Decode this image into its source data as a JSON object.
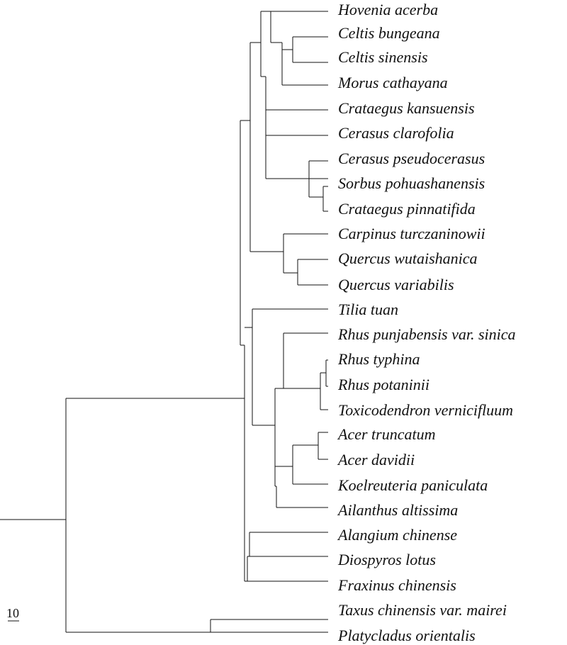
{
  "taxa": [
    "Hovenia acerba",
    "Celtis bungeana",
    "Celtis sinensis",
    "Morus cathayana",
    "Crataegus kansuensis",
    "Cerasus clarofolia",
    "Cerasus pseudocerasus",
    "Sorbus pohuashanensis",
    "Crataegus pinnatifida",
    "Carpinus turczaninowii",
    "Quercus wutaishanica",
    "Quercus variabilis",
    "Tilia tuan",
    "Rhus punjabensis var. sinica",
    "Rhus typhina",
    "Rhus potaninii",
    "Toxicodendron vernicifluum",
    "Acer truncatum",
    "Acer davidii",
    "Koelreuteria paniculata",
    "Ailanthus altissima",
    "Alangium chinense",
    "Diospyros lotus",
    "Fraxinus chinensis",
    "Taxus chinensis var. mairei",
    "Platycladus orientalis"
  ],
  "scale_bar": {
    "label": "10"
  },
  "colors": {
    "line": "#111111",
    "background": "#ffffff"
  }
}
